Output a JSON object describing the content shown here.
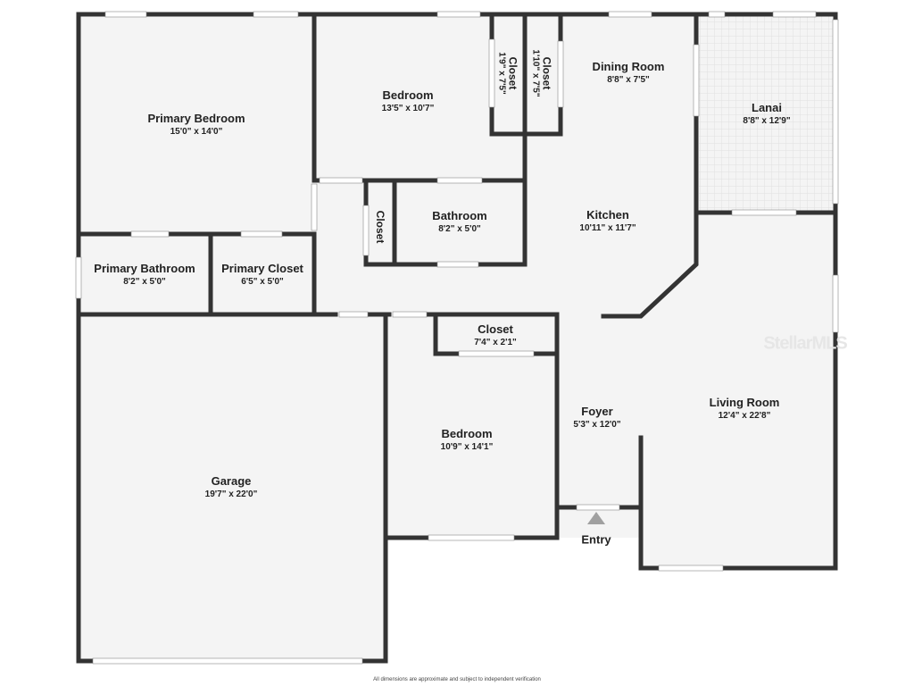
{
  "colors": {
    "wall": "#333333",
    "floor": "#f4f4f4",
    "lanai_grid": "#e2e2e2",
    "window": "#ffffff",
    "entry_arrow": "#a0a0a0"
  },
  "rooms": {
    "primary_bedroom": {
      "name": "Primary Bedroom",
      "dim": "15'0\" x 14'0\""
    },
    "bedroom_1": {
      "name": "Bedroom",
      "dim": "13'5\" x 10'7\""
    },
    "closet_1": {
      "name": "Closet",
      "dim": "1'9\" x 7'5\""
    },
    "closet_2": {
      "name": "Closet",
      "dim": "1'10\" x 7'5\""
    },
    "dining_room": {
      "name": "Dining Room",
      "dim": "8'8\" x 7'5\""
    },
    "lanai": {
      "name": "Lanai",
      "dim": "8'8\" x 12'9\""
    },
    "closet_3": {
      "name": "Closet",
      "dim": ""
    },
    "bathroom": {
      "name": "Bathroom",
      "dim": "8'2\" x 5'0\""
    },
    "kitchen": {
      "name": "Kitchen",
      "dim": "10'11\" x 11'7\""
    },
    "primary_bathroom": {
      "name": "Primary Bathroom",
      "dim": "8'2\" x 5'0\""
    },
    "primary_closet": {
      "name": "Primary Closet",
      "dim": "6'5\" x 5'0\""
    },
    "closet_4": {
      "name": "Closet",
      "dim": "7'4\" x 2'1\""
    },
    "bedroom_2": {
      "name": "Bedroom",
      "dim": "10'9\" x 14'1\""
    },
    "foyer": {
      "name": "Foyer",
      "dim": "5'3\" x 12'0\""
    },
    "living_room": {
      "name": "Living Room",
      "dim": "12'4\" x 22'8\""
    },
    "garage": {
      "name": "Garage",
      "dim": "19'7\" x 22'0\""
    }
  },
  "entry_label": "Entry",
  "watermark": "StellarMLS",
  "footnote": "All dimensions are approximate and subject to independent verification"
}
